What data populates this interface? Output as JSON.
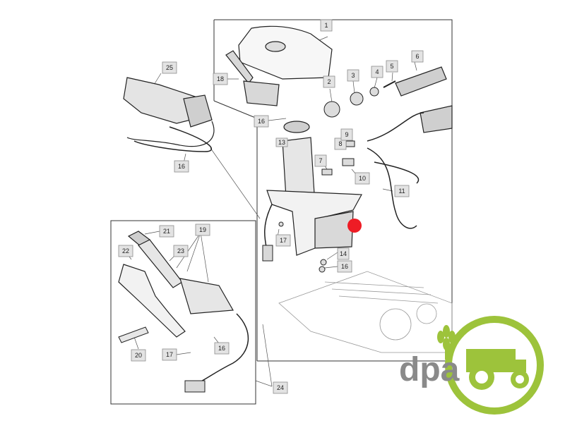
{
  "callouts": [
    {
      "id": "c1",
      "text": "1"
    },
    {
      "id": "c2",
      "text": "2"
    },
    {
      "id": "c3",
      "text": "3"
    },
    {
      "id": "c4",
      "text": "4"
    },
    {
      "id": "c5",
      "text": "5"
    },
    {
      "id": "c6",
      "text": "6"
    },
    {
      "id": "c7",
      "text": "7"
    },
    {
      "id": "c8",
      "text": "8"
    },
    {
      "id": "c9",
      "text": "9"
    },
    {
      "id": "c10",
      "text": "10"
    },
    {
      "id": "c11",
      "text": "11"
    },
    {
      "id": "c13",
      "text": "13"
    },
    {
      "id": "c14",
      "text": "14"
    },
    {
      "id": "c16a",
      "text": "16"
    },
    {
      "id": "c16b",
      "text": "16"
    },
    {
      "id": "c16c",
      "text": "16"
    },
    {
      "id": "c16d",
      "text": "16"
    },
    {
      "id": "c17a",
      "text": "17"
    },
    {
      "id": "c17b",
      "text": "17"
    },
    {
      "id": "c18",
      "text": "18"
    },
    {
      "id": "c19",
      "text": "19"
    },
    {
      "id": "c20",
      "text": "20"
    },
    {
      "id": "c21",
      "text": "21"
    },
    {
      "id": "c22",
      "text": "22"
    },
    {
      "id": "c23",
      "text": "23"
    },
    {
      "id": "c24",
      "text": "24"
    },
    {
      "id": "c25",
      "text": "25"
    }
  ],
  "logo": {
    "text": "dpa",
    "brand_green": "#9dc33b",
    "brand_grey": "#8a8a8a"
  },
  "highlight": {
    "color": "#ee1c25"
  }
}
